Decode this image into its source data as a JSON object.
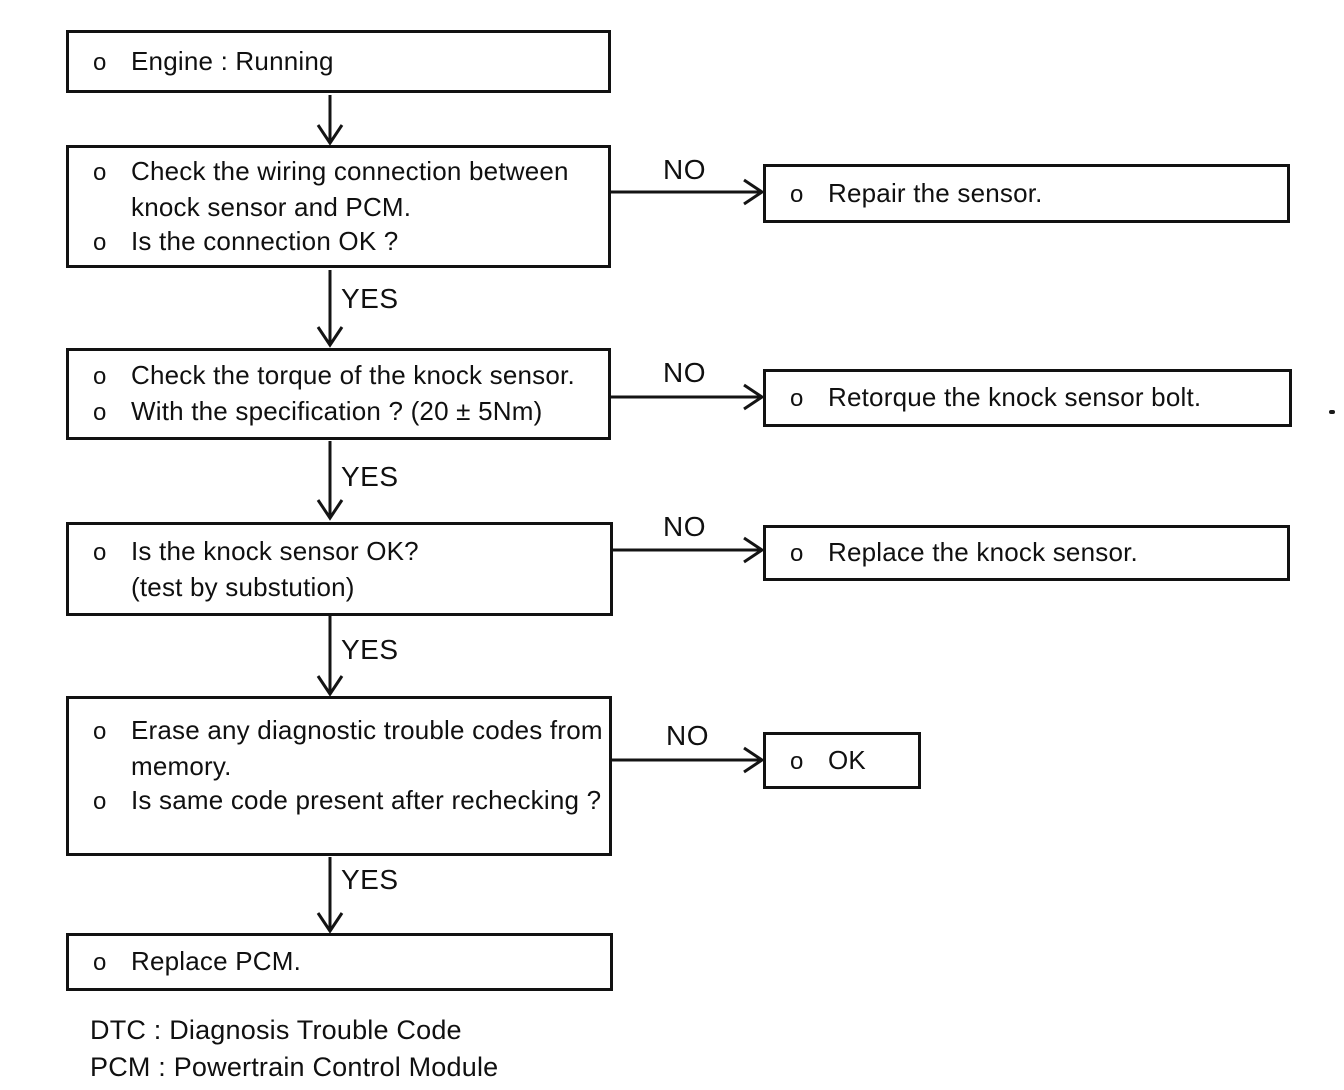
{
  "bullet_char": "o",
  "yes_label": "YES",
  "no_label": "NO",
  "boxes": {
    "engine": {
      "lines": [
        {
          "b": "o",
          "t": "Engine : Running"
        }
      ]
    },
    "wiring": {
      "lines": [
        {
          "b": "o",
          "t": "Check the wiring connection between"
        },
        {
          "b": "",
          "t": "knock sensor and PCM."
        },
        {
          "b": "o",
          "t": "Is the connection OK ?"
        }
      ]
    },
    "torque": {
      "lines": [
        {
          "b": "o",
          "t": "Check the torque of the knock sensor."
        },
        {
          "b": "o",
          "t": "With the specification ? (20 ± 5Nm)"
        }
      ]
    },
    "sensor_ok": {
      "lines": [
        {
          "b": "o",
          "t": "Is the knock sensor OK?"
        },
        {
          "b": "",
          "t": "(test by substution)"
        }
      ]
    },
    "erase": {
      "lines": [
        {
          "b": "o",
          "t": "Erase any diagnostic trouble codes from"
        },
        {
          "b": "",
          "t": "memory."
        },
        {
          "b": "o",
          "t": "Is same code present after rechecking ?"
        }
      ]
    },
    "replace_pcm": {
      "lines": [
        {
          "b": "o",
          "t": "Replace PCM."
        }
      ]
    },
    "repair": {
      "lines": [
        {
          "b": "o",
          "t": "Repair the sensor."
        }
      ]
    },
    "retorque": {
      "lines": [
        {
          "b": "o",
          "t": "Retorque the knock sensor bolt."
        }
      ]
    },
    "replace_sensor": {
      "lines": [
        {
          "b": "o",
          "t": "Replace the knock sensor."
        }
      ]
    },
    "ok": {
      "lines": [
        {
          "b": "o",
          "t": "OK"
        }
      ]
    }
  },
  "legend": {
    "line1": "DTC : Diagnosis Trouble Code",
    "line2": "PCM : Powertrain Control Module"
  },
  "colors": {
    "ink": "#121212",
    "background": "#ffffff"
  }
}
